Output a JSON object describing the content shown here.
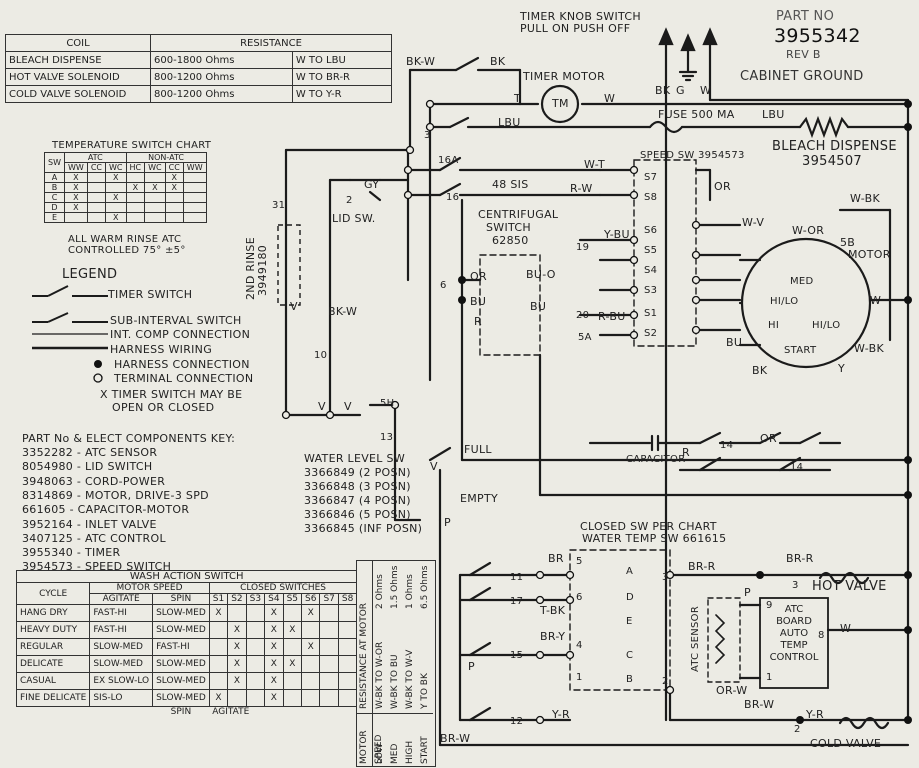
{
  "header": {
    "timer_knob": "TIMER KNOB SWITCH",
    "timer_knob_sub": "PULL ON PUSH OFF",
    "part_no_label": "PART NO",
    "part_no": "3955342",
    "rev": "REV B",
    "cabinet_ground": "CABINET GROUND"
  },
  "coil_table": {
    "headers": [
      "COIL",
      "RESISTANCE"
    ],
    "rows": [
      [
        "BLEACH DISPENSE",
        "600-1800 Ohms",
        "W TO LBU"
      ],
      [
        "HOT VALVE SOLENOID",
        "800-1200 Ohms",
        "W TO BR-R"
      ],
      [
        "COLD VALVE SOLENOID",
        "800-1200 Ohms",
        "W TO Y-R"
      ]
    ]
  },
  "temp_chart": {
    "title": "TEMPERATURE SWITCH CHART",
    "sw": "SW",
    "atc": "ATC",
    "non_atc": "NON-ATC",
    "cols": [
      "WW",
      "CC",
      "WC",
      "HC",
      "WC",
      "CC",
      "WW"
    ],
    "rows": [
      [
        "A",
        "X",
        "",
        "X",
        "",
        "",
        "X",
        ""
      ],
      [
        "B",
        "X",
        "",
        "",
        "X",
        "X",
        "X",
        ""
      ],
      [
        "C",
        "X",
        "",
        "X",
        "",
        "",
        "",
        ""
      ],
      [
        "D",
        "X",
        "",
        "",
        "",
        "",
        "",
        ""
      ],
      [
        "E",
        "",
        "",
        "X",
        "",
        "",
        "",
        ""
      ]
    ],
    "note": "ALL WARM RINSE ATC",
    "note2": "CONTROLLED 75° ±5°"
  },
  "legend": {
    "title": "LEGEND",
    "items": [
      "TIMER SWITCH",
      "SUB-INTERVAL SWITCH",
      "INT. COMP CONNECTION",
      "HARNESS WIRING",
      "HARNESS CONNECTION",
      "TERMINAL CONNECTION"
    ],
    "note": "X TIMER SWITCH MAY BE",
    "note2": "OPEN OR CLOSED"
  },
  "parts": {
    "title": "PART No & ELECT COMPONENTS KEY:",
    "items": [
      "3352282 - ATC SENSOR",
      "8054980 - LID SWITCH",
      "3948063 - CORD-POWER",
      "8314869 - MOTOR, DRIVE-3 SPD",
      "661605 - CAPACITOR-MOTOR",
      "3952164 - INLET VALVE",
      "3407125 - ATC CONTROL",
      "3955340 - TIMER",
      "3954573 - SPEED SWITCH"
    ]
  },
  "wash_table": {
    "title": "WASH ACTION SWITCH",
    "motor_speed": "MOTOR SPEED",
    "closed_switches": "CLOSED SWITCHES",
    "cycle": "CYCLE",
    "agitate": "AGITATE",
    "spin": "SPIN",
    "sw_cols": [
      "S1",
      "S2",
      "S3",
      "S4",
      "S5",
      "S6",
      "S7",
      "S8"
    ],
    "rows": [
      [
        "HANG DRY",
        "FAST-HI",
        "SLOW-MED",
        "X",
        "",
        "",
        "X",
        "",
        "X",
        "",
        ""
      ],
      [
        "HEAVY DUTY",
        "FAST-HI",
        "SLOW-MED",
        "",
        "X",
        "",
        "X",
        "X",
        "",
        "",
        ""
      ],
      [
        "REGULAR",
        "SLOW-MED",
        "FAST-HI",
        "",
        "X",
        "",
        "X",
        "",
        "X",
        "",
        ""
      ],
      [
        "DELICATE",
        "SLOW-MED",
        "SLOW-MED",
        "",
        "X",
        "",
        "X",
        "X",
        "",
        "",
        ""
      ],
      [
        "CASUAL",
        "EX SLOW-LO",
        "SLOW-MED",
        "",
        "X",
        "",
        "X",
        "",
        "",
        "",
        ""
      ],
      [
        "FINE DELICATE",
        "SIS-LO",
        "SLOW-MED",
        "X",
        "",
        "",
        "X",
        "",
        "",
        "",
        ""
      ]
    ],
    "foot_spin": "SPIN",
    "foot_agitate": "AGITATE"
  },
  "motor_res": {
    "header1": "MOTOR SPEED",
    "header2": "RESISTANCE AT MOTOR",
    "rows": [
      [
        "LOW",
        "W-BK TO W-OR",
        "2 Ohms"
      ],
      [
        "MED",
        "W-BK TO BU",
        "1.5 Ohms"
      ],
      [
        "HIGH",
        "W-BK TO W-V",
        "1 Ohms"
      ],
      [
        "START",
        "Y TO BK",
        "6.5 Ohms"
      ]
    ]
  },
  "schematic": {
    "timer_motor": "TIMER MOTOR",
    "fuse": "FUSE 500 MA",
    "bleach_dispense": "BLEACH DISPENSE",
    "bleach_part": "3954507",
    "speed_sw": "SPEED SW 3954573",
    "centrifugal": "CENTRIFUGAL",
    "centrifugal2": "SWITCH",
    "centrifugal_part": "62850",
    "motor": "MOTOR",
    "lid_sw": "LID SW.",
    "rinse": "2ND RINSE",
    "rinse_part": "3949180",
    "capacitor": "CAPACITOR",
    "water_level": "WATER LEVEL SW",
    "wl_parts": [
      "3366849 (2 POSN)",
      "3366848 (3 POSN)",
      "3366847 (4 POSN)",
      "3366846 (5 POSN)",
      "3366845 (INF POSN)"
    ],
    "full": "FULL",
    "empty": "EMPTY",
    "closed_sw": "CLOSED SW PER CHART",
    "water_temp": "WATER TEMP SW 661615",
    "atc_sensor": "ATC SENSOR",
    "atc_board": [
      "ATC",
      "BOARD",
      "AUTO",
      "TEMP",
      "CONTROL"
    ],
    "hot_valve": "HOT VALVE",
    "cold_valve": "COLD VALVE",
    "motor_taps": [
      "MED",
      "HI/LO",
      "HI",
      "HI/LO",
      "START"
    ],
    "wires": {
      "bkw": "BK-W",
      "bk": "BK",
      "g": "G",
      "w": "W",
      "t": "T",
      "lbu": "LBU",
      "gy": "GY",
      "wt": "W-T",
      "rw": "R-W",
      "or": "OR",
      "sis": "48 SIS",
      "ybu": "Y-BU",
      "wv": "W-V",
      "wor": "W-OR",
      "wbk": "W-BK",
      "buo": "BU-O",
      "rbu": "R-BU",
      "bu": "BU",
      "r": "R",
      "y": "Y",
      "v": "V",
      "p": "P",
      "br": "BR",
      "tbk": "T-BK",
      "bry": "BR-Y",
      "brr": "BR-R",
      "yr": "Y-R",
      "brw": "BR-W",
      "orw": "OR-W",
      "five_b": "5B"
    }
  }
}
